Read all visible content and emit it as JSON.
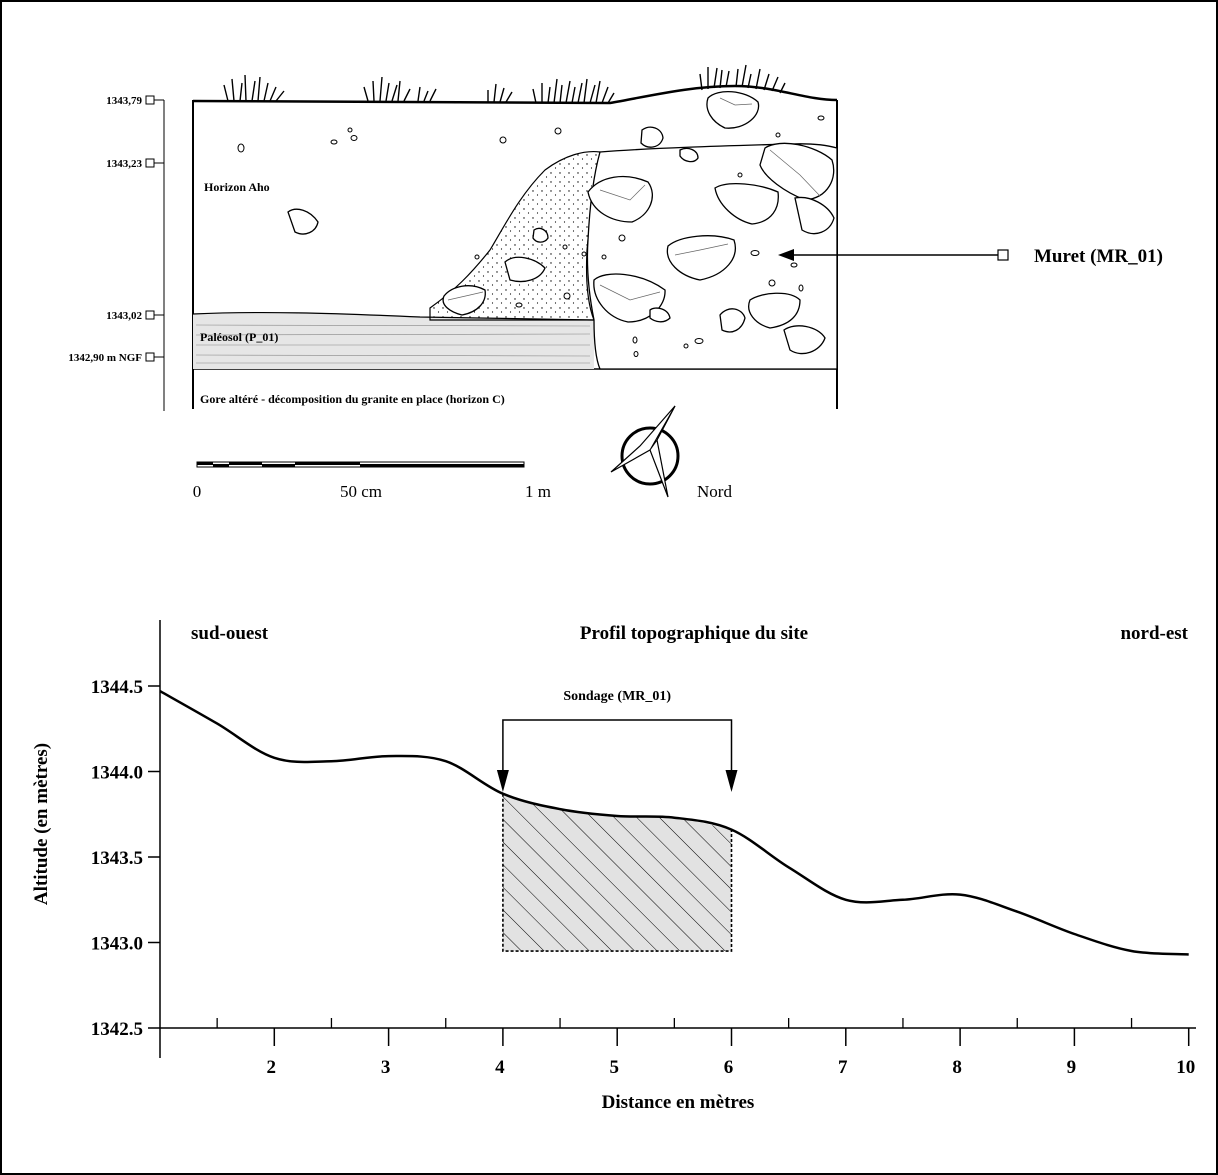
{
  "section": {
    "elevations": [
      "1343,79",
      "1343,23",
      "1343,02",
      "1342,90 m NGF"
    ],
    "horizon_aho": "Horizon Aho",
    "paleosol": "Paléosol (P_01)",
    "gore": "Gore altéré - décomposition du granite en place (horizon C)",
    "muret": "Muret (MR_01)",
    "scale_labels": [
      "0",
      "50 cm",
      "1 m"
    ],
    "north": "Nord"
  },
  "profile": {
    "left_label": "sud-ouest",
    "right_label": "nord-est",
    "sondage": "Sondage (MR_01)"
  },
  "chart_data": {
    "type": "line",
    "title": "Profil topographique du site",
    "xlabel": "Distance en mètres",
    "ylabel": "Altitude (en mètres)",
    "xlim": [
      1,
      10
    ],
    "ylim": [
      1342.5,
      1344.5
    ],
    "x_ticks": [
      "2",
      "3",
      "4",
      "5",
      "6",
      "7",
      "8",
      "9",
      "10"
    ],
    "y_ticks": [
      "1344.5",
      "1344.0",
      "1343.5",
      "1343.0",
      "1342.5"
    ],
    "series": [
      {
        "x": [
          1.0,
          1.5,
          2.0,
          2.5,
          3.0,
          3.5,
          4.0,
          4.5,
          5.0,
          5.5,
          6.0,
          6.5,
          7.0,
          7.5,
          8.0,
          8.5,
          9.0,
          9.5,
          10.0
        ],
        "y": [
          1344.47,
          1344.28,
          1344.08,
          1344.06,
          1344.09,
          1344.06,
          1343.87,
          1343.78,
          1343.74,
          1343.73,
          1343.66,
          1343.44,
          1343.25,
          1343.25,
          1343.28,
          1343.18,
          1343.05,
          1342.95,
          1342.93
        ]
      }
    ],
    "shaded_region": {
      "x": [
        4,
        6
      ],
      "y_bottom": 1342.95
    },
    "legend": "none",
    "grid": false
  }
}
